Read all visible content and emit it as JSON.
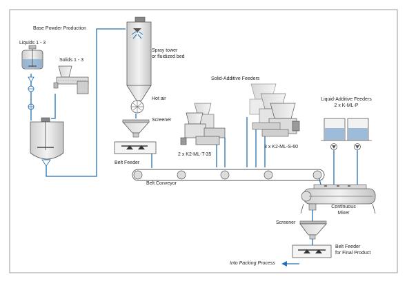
{
  "labels": {
    "base_powder_production": "Base Powder Production",
    "liquids": "Liquids 1 - 3",
    "solids": "Solids 1 - 3",
    "spray_tower_line1": "Spray tower",
    "spray_tower_line2": "or fluidized bed",
    "hot_air": "Hot air",
    "screener_top": "Screener",
    "belt_feeder": "Belt Feeder",
    "belt_conveyor": "Belt Conveyor",
    "solid_additive_feeders": "Solid-Additive Feeders",
    "k2_ml_t35": "2 x K2-ML-T-35",
    "k2_ml_s60": "3 x K2-ML-S-60",
    "liquid_additive_feeders": "Liquid-Additive Feeders",
    "k_ml_p": "2 x K-ML-P",
    "continuous_mixer_line1": "Continuous",
    "continuous_mixer_line2": "Mixer",
    "screener_bottom": "Screener",
    "belt_feeder_final_line1": "Belt Feeder",
    "belt_feeder_final_line2": "for Final Product",
    "into_packing": "Into Packing Process"
  },
  "colors": {
    "flow_line": "#1f6fb5",
    "outline": "#555555",
    "vessel_fill": "#e4e4e4",
    "vessel_shade": "#c9c9c9",
    "liquid_fill": "#7fa9d1",
    "frame": "#9a9a9a"
  }
}
